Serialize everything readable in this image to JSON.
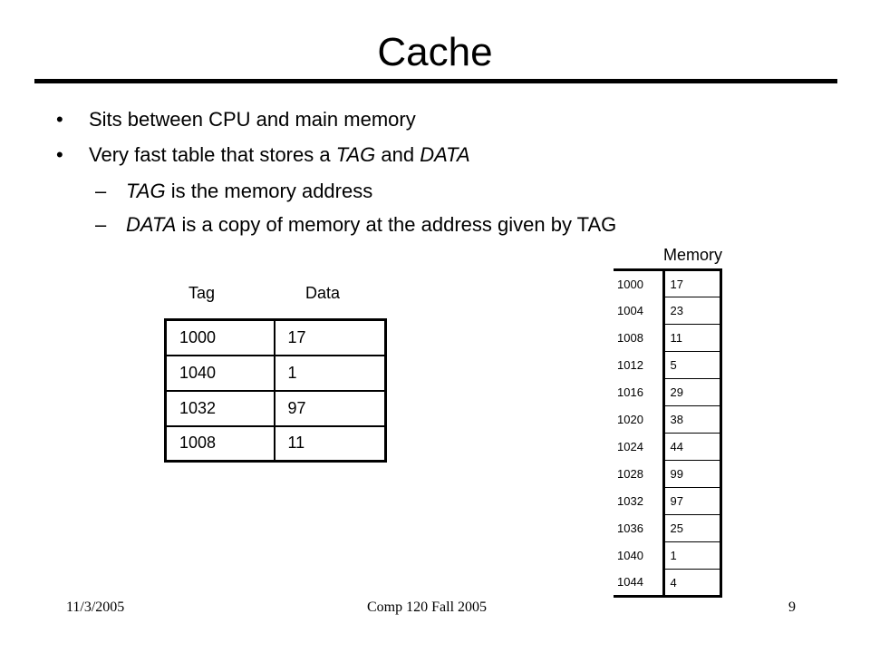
{
  "slide": {
    "title": "Cache",
    "bullets": [
      {
        "mark": "•",
        "text": "Sits between CPU and main memory"
      },
      {
        "mark": "•",
        "pre": "Very fast table that stores a ",
        "em1": "TAG",
        "mid": " and ",
        "em2": "DATA"
      }
    ],
    "sub_bullets": [
      {
        "mark": "–",
        "em": "TAG",
        "text": " is the memory address"
      },
      {
        "mark": "–",
        "em": "DATA",
        "text": " is a copy of memory at the address given by TAG"
      }
    ]
  },
  "cache_table": {
    "tag_header": "Tag",
    "data_header": "Data",
    "rows": [
      {
        "tag": "1000",
        "data": "17"
      },
      {
        "tag": "1040",
        "data": "1"
      },
      {
        "tag": "1032",
        "data": "97"
      },
      {
        "tag": "1008",
        "data": "11"
      }
    ]
  },
  "memory_table": {
    "header": "Memory",
    "rows": [
      {
        "addr": "1000",
        "value": "17"
      },
      {
        "addr": "1004",
        "value": "23"
      },
      {
        "addr": "1008",
        "value": "11"
      },
      {
        "addr": "1012",
        "value": "5"
      },
      {
        "addr": "1016",
        "value": "29"
      },
      {
        "addr": "1020",
        "value": "38"
      },
      {
        "addr": "1024",
        "value": "44"
      },
      {
        "addr": "1028",
        "value": "99"
      },
      {
        "addr": "1032",
        "value": "97"
      },
      {
        "addr": "1036",
        "value": "25"
      },
      {
        "addr": "1040",
        "value": "1"
      },
      {
        "addr": "1044",
        "value": "4"
      }
    ]
  },
  "footer": {
    "date": "11/3/2005",
    "course": "Comp 120 Fall 2005",
    "page": "9"
  }
}
